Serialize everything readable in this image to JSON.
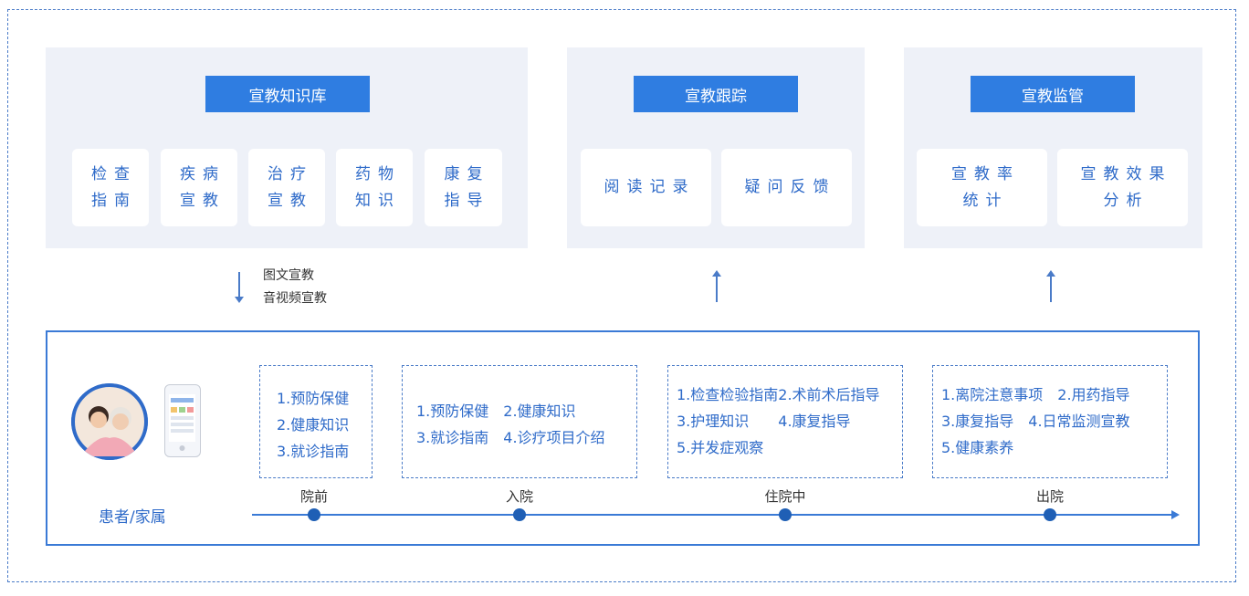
{
  "panels": {
    "knowledge": {
      "title": "宣教知识库",
      "cards": [
        [
          "检查",
          "指南"
        ],
        [
          "疾病",
          "宣教"
        ],
        [
          "治疗",
          "宣教"
        ],
        [
          "药物",
          "知识"
        ],
        [
          "康复",
          "指导"
        ]
      ]
    },
    "tracking": {
      "title": "宣教跟踪",
      "cards": [
        "阅读记录",
        "疑问反馈"
      ]
    },
    "supervision": {
      "title": "宣教监管",
      "cards": [
        [
          "宣教率",
          "统计"
        ],
        [
          "宣教效果",
          "分析"
        ]
      ]
    }
  },
  "methods": [
    "图文宣教",
    "音视频宣教"
  ],
  "patient_label": "患者/家属",
  "stages": [
    {
      "label": "院前",
      "lines": [
        "1.预防保健",
        "2.健康知识",
        "3.就诊指南"
      ]
    },
    {
      "label": "入院",
      "lines": [
        "1.预防保健　2.健康知识",
        "3.就诊指南　4.诊疗项目介绍"
      ]
    },
    {
      "label": "住院中",
      "lines": [
        "1.检查检验指南2.术前术后指导",
        "3.护理知识　　4.康复指导",
        "5.并发症观察"
      ]
    },
    {
      "label": "出院",
      "lines": [
        "1.离院注意事项　2.用药指导",
        "3.康复指导　4.日常监测宣教",
        "5.健康素养"
      ]
    }
  ],
  "colors": {
    "accent": "#2f7de1",
    "panel_bg": "#eef1f8",
    "text_blue": "#2f6bc9"
  }
}
